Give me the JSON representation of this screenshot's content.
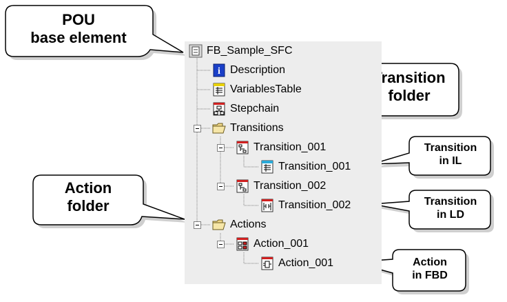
{
  "tree": {
    "root": "FB_Sample_SFC",
    "description": "Description",
    "variables_table": "VariablesTable",
    "stepchain": "Stepchain",
    "transitions_folder": "Transitions",
    "transition_001": "Transition_001",
    "transition_001_il": "Transition_001",
    "transition_002": "Transition_002",
    "transition_002_ld": "Transition_002",
    "actions_folder": "Actions",
    "action_001": "Action_001",
    "action_001_fbd": "Action_001"
  },
  "callouts": {
    "pou": [
      "POU",
      "base element"
    ],
    "transition_folder": [
      "Transition",
      "folder"
    ],
    "action_folder": [
      "Action",
      "folder"
    ],
    "transition_il": [
      "Transition",
      "in IL"
    ],
    "transition_ld": [
      "Transition",
      "in LD"
    ],
    "action_fbd": [
      "Action",
      "in FBD"
    ]
  }
}
